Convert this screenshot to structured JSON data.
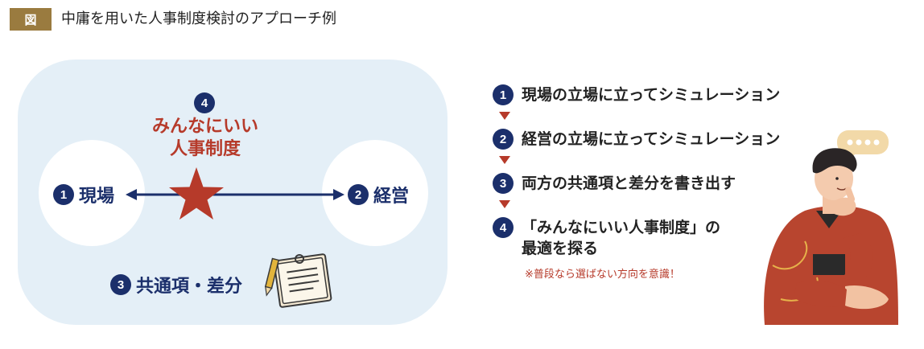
{
  "header": {
    "badge": "図",
    "title": "中庸を用いた人事制度検討のアプローチ例"
  },
  "diagram": {
    "top_number": "4",
    "ideal_line1": "みんなにいい",
    "ideal_line2": "人事制度",
    "left": {
      "number": "1",
      "label": "現場"
    },
    "right": {
      "number": "2",
      "label": "経営"
    },
    "bottom": {
      "number": "3",
      "label": "共通項・差分"
    }
  },
  "steps": [
    {
      "number": "1",
      "text": "現場の立場に立ってシミュレーション"
    },
    {
      "number": "2",
      "text": "経営の立場に立ってシミュレーション"
    },
    {
      "number": "3",
      "text": "両方の共通項と差分を書き出す"
    },
    {
      "number": "4",
      "text": "「みんなにいい人事制度」の",
      "text2": "最適を探る"
    }
  ],
  "note": "※普段なら選ばない方向を意識！",
  "colors": {
    "navy": "#1b2f6b",
    "red": "#b63a2a",
    "gold": "#9a7b3f",
    "panel": "#e4eff7"
  }
}
